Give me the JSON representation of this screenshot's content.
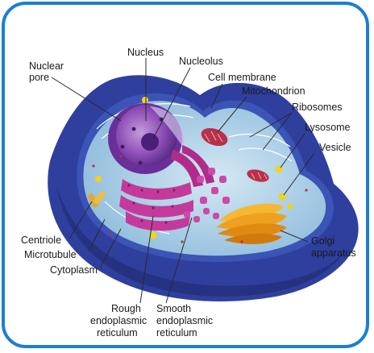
{
  "labels": {
    "nucleus": "Nucleus",
    "nucleolus": "Nucleolus",
    "nuclear_pore_1": "Nuclear",
    "nuclear_pore_2": "pore",
    "cell_membrane": "Cell membrane",
    "mitochondrion": "Mitochondrion",
    "ribosomes": "Ribosomes",
    "lysosome": "Lysosome",
    "vesicle": "Vesicle",
    "golgi_1": "Golgi",
    "golgi_2": "apparatus",
    "centriole": "Centriole",
    "microtubule": "Microtubule",
    "cytoplasm": "Cytoplasm",
    "rough_er_1": "Rough",
    "rough_er_2": "endoplasmic",
    "rough_er_3": "reticulum",
    "smooth_er_1": "Smooth",
    "smooth_er_2": "endoplasmic",
    "smooth_er_3": "reticulum"
  },
  "colors": {
    "frame": "#1a7fd0",
    "cell_outer": "#2f3f9e",
    "cytoplasm": "#a8cfe6",
    "nucleus": "#7a3fa8",
    "er": "#c43a9a",
    "golgi": "#f0a020",
    "mitochondrion": "#b8304a",
    "vesicle": "#f2d21a"
  }
}
